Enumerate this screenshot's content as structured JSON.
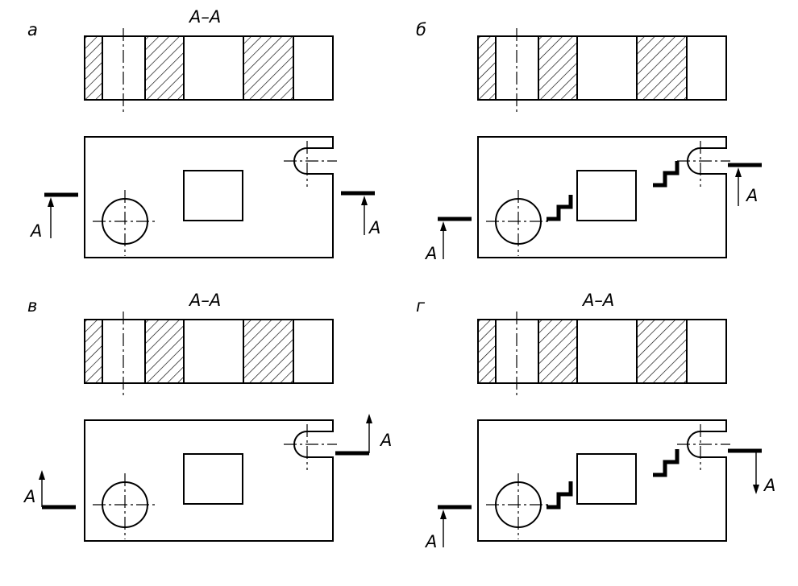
{
  "panels": [
    {
      "id": "a",
      "letter": "а",
      "title": "А–А",
      "cut_label_left": "А",
      "cut_label_right": "А",
      "cut_style": "straight-down"
    },
    {
      "id": "b",
      "letter": "б",
      "title": "",
      "cut_label_left": "А",
      "cut_label_right": "А",
      "cut_style": "stepped"
    },
    {
      "id": "v",
      "letter": "в",
      "title": "А–А",
      "cut_label_left": "А",
      "cut_label_right": "А",
      "cut_style": "straight-up"
    },
    {
      "id": "g",
      "letter": "г",
      "title": "А–А",
      "cut_label_left": "А",
      "cut_label_right": "А",
      "cut_style": "stepped"
    }
  ]
}
